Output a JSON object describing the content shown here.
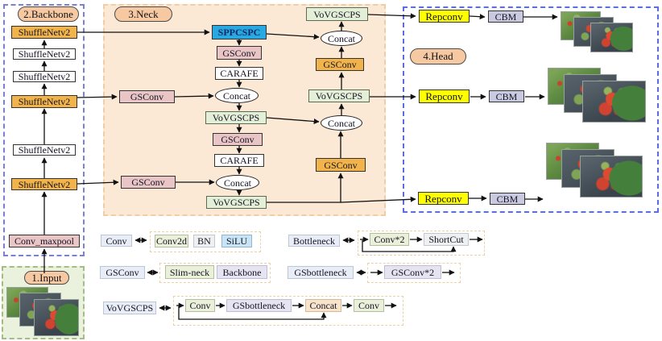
{
  "input": {
    "label": "1.Input"
  },
  "backbone": {
    "label": "2.Backbone",
    "blocks": [
      "ShuffleNetv2",
      "ShuffleNetv2",
      "ShuffleNetv2",
      "ShuffleNetv2",
      "ShuffleNetv2",
      "ShuffleNetv2",
      "Conv_maxpool"
    ]
  },
  "neck": {
    "label": "3.Neck",
    "nodes": {
      "sppcspc": "SPPCSPC",
      "gsconv_mid1": "GSConv",
      "carafe1": "CARAFE",
      "concat1": "Concat",
      "vovgscps_mid1": "VoVGSCPS",
      "gsconv_mid2": "GSConv",
      "carafe2": "CARAFE",
      "concat2": "Concat",
      "vovgscps_bottom": "VoVGSCPS",
      "gsconv_left1": "GSConv",
      "gsconv_left2": "GSConv",
      "vovgscps_top_right": "VoVGSCPS",
      "concat_top_right": "Concat",
      "gsconv_right_top": "GSConv",
      "vovgscps_mid_right": "VoVGSCPS",
      "concat_mid_right": "Concat",
      "gsconv_right_bottom": "GSConv"
    }
  },
  "head": {
    "label": "4.Head",
    "rows": [
      {
        "repconv": "Repconv",
        "cbm": "CBM"
      },
      {
        "repconv": "Repconv",
        "cbm": "CBM"
      },
      {
        "repconv": "Repconv",
        "cbm": "CBM"
      }
    ]
  },
  "legend": {
    "conv": {
      "key": "Conv",
      "items": [
        "Conv2d",
        "BN",
        "SiLU"
      ]
    },
    "gsconv": {
      "key": "GSConv",
      "items": [
        "Slim-neck",
        "Backbone"
      ]
    },
    "bottleneck": {
      "key": "Bottleneck",
      "items": [
        "Conv*2",
        "ShortCut"
      ]
    },
    "gsbottleneck": {
      "key": "GSbottleneck",
      "items": [
        "GSConv*2"
      ]
    },
    "vovgscps": {
      "key": "VoVGSCPS",
      "items": [
        "Conv",
        "GSbottleneck",
        "Concat",
        "Conv"
      ]
    }
  },
  "colors": {
    "sppcspc_blue": "#29a9e1",
    "block_orange": "#f2b44a",
    "block_pink": "#e9c5c6",
    "block_green": "#e4efd8",
    "repconv_yellow": "#ffff00",
    "cbm_lavender": "#c9cadf",
    "neck_bg": "#fbe9d6",
    "input_bg": "#eaf2dd",
    "backbone_border": "#7d7fd0",
    "head_border": "#5a6ee0",
    "label_pill": "#f7c9a3"
  }
}
